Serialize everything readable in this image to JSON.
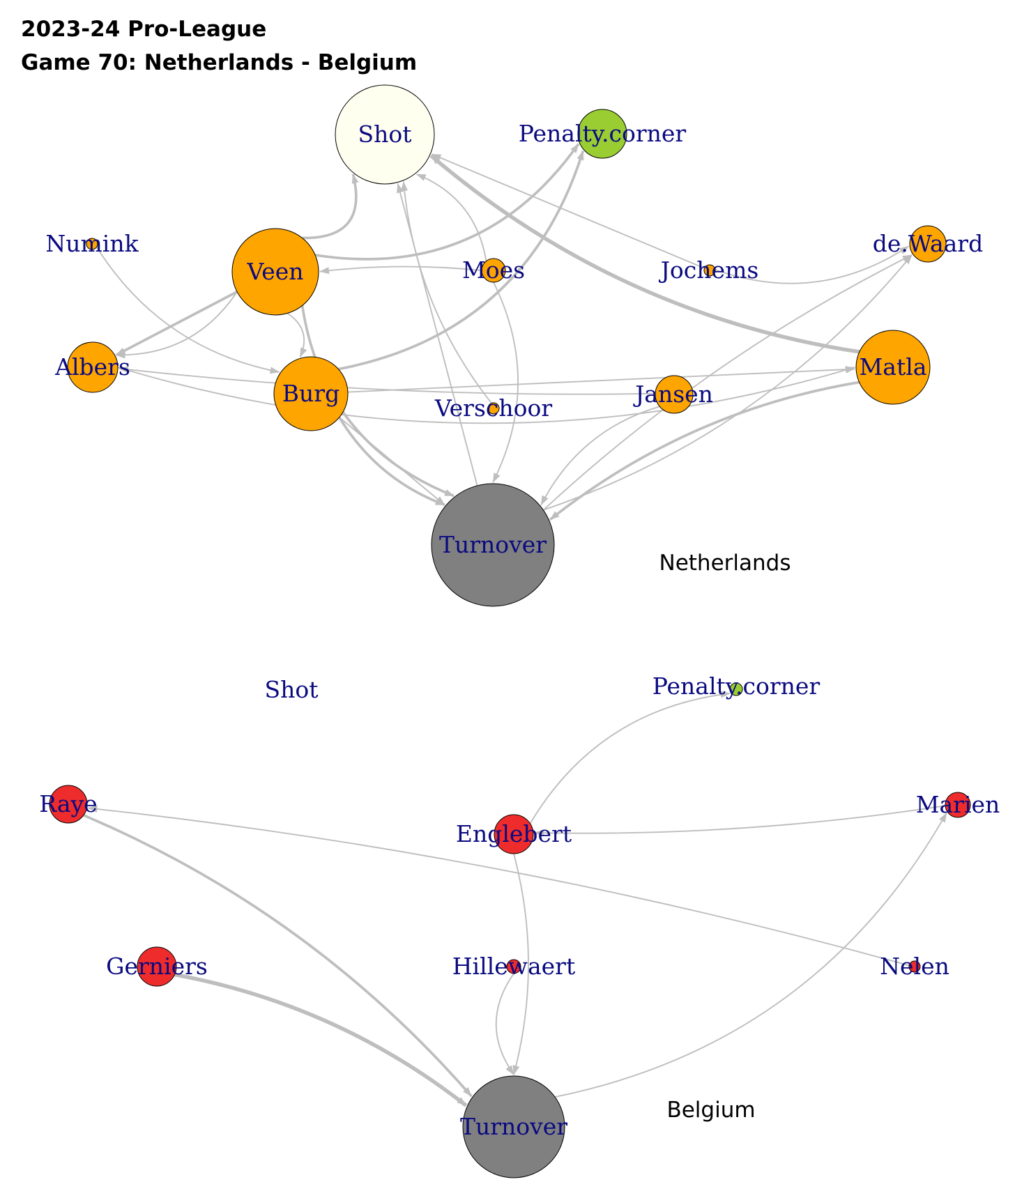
{
  "title": {
    "line1": "2023-24 Pro-League",
    "line2": "Game 70: Netherlands - Belgium"
  },
  "colors": {
    "netherlands_player": "#ffa500",
    "belgium_player": "#ee2c2c",
    "shot": "#fffff0",
    "penalty_corner": "#9acd32",
    "turnover": "#808080",
    "edge": "#bebebe",
    "label": "#0a0a80"
  },
  "networks": [
    {
      "team": "Netherlands",
      "nodes": [
        {
          "id": "Shot",
          "label": "Shot",
          "kind": "shot"
        },
        {
          "id": "Penalty.corner",
          "label": "Penalty.corner",
          "kind": "penalty"
        },
        {
          "id": "Numink",
          "label": "Numink",
          "kind": "player"
        },
        {
          "id": "Veen",
          "label": "Veen",
          "kind": "player"
        },
        {
          "id": "Moes",
          "label": "Moes",
          "kind": "player"
        },
        {
          "id": "Jochems",
          "label": "Jochems",
          "kind": "player"
        },
        {
          "id": "de.Waard",
          "label": "de.Waard",
          "kind": "player"
        },
        {
          "id": "Albers",
          "label": "Albers",
          "kind": "player"
        },
        {
          "id": "Burg",
          "label": "Burg",
          "kind": "player"
        },
        {
          "id": "Verschoor",
          "label": "Verschoor",
          "kind": "player"
        },
        {
          "id": "Jansen",
          "label": "Jansen",
          "kind": "player"
        },
        {
          "id": "Matla",
          "label": "Matla",
          "kind": "player"
        },
        {
          "id": "Turnover",
          "label": "Turnover",
          "kind": "turnover"
        }
      ],
      "edges": [
        {
          "from": "Veen",
          "to": "Shot",
          "weight": 3
        },
        {
          "from": "Veen",
          "to": "Penalty.corner",
          "weight": 3
        },
        {
          "from": "Burg",
          "to": "Penalty.corner",
          "weight": 3
        },
        {
          "from": "Matla",
          "to": "Shot",
          "weight": 5
        },
        {
          "from": "Jochems",
          "to": "Shot",
          "weight": 1
        },
        {
          "from": "Moes",
          "to": "Shot",
          "weight": 1
        },
        {
          "from": "Verschoor",
          "to": "Shot",
          "weight": 1
        },
        {
          "from": "Turnover",
          "to": "Shot",
          "weight": 1
        },
        {
          "from": "Moes",
          "to": "Veen",
          "weight": 1
        },
        {
          "from": "Jochems",
          "to": "de.Waard",
          "weight": 1
        },
        {
          "from": "Numink",
          "to": "Burg",
          "weight": 1
        },
        {
          "from": "Veen",
          "to": "Albers",
          "weight": 3
        },
        {
          "from": "Veen",
          "to": "Albers",
          "weight": 1
        },
        {
          "from": "Albers",
          "to": "Matla",
          "weight": 1
        },
        {
          "from": "Jansen",
          "to": "Albers",
          "weight": 1
        },
        {
          "from": "Veen",
          "to": "Burg",
          "weight": 1
        },
        {
          "from": "Burg",
          "to": "Matla",
          "weight": 1
        },
        {
          "from": "Veen",
          "to": "Turnover",
          "weight": 3
        },
        {
          "from": "Burg",
          "to": "Turnover",
          "weight": 3
        },
        {
          "from": "Burg",
          "to": "Turnover",
          "weight": 1
        },
        {
          "from": "Moes",
          "to": "Turnover",
          "weight": 1
        },
        {
          "from": "Jansen",
          "to": "Turnover",
          "weight": 1
        },
        {
          "from": "Turnover",
          "to": "de.Waard",
          "weight": 1
        },
        {
          "from": "Turnover",
          "to": "de.Waard",
          "weight": 1
        },
        {
          "from": "Matla",
          "to": "Turnover",
          "weight": 3
        }
      ]
    },
    {
      "team": "Belgium",
      "nodes": [
        {
          "id": "Shot",
          "label": "Shot",
          "kind": "label-only"
        },
        {
          "id": "Penalty.corner",
          "label": "Penalty.corner",
          "kind": "penalty"
        },
        {
          "id": "Raye",
          "label": "Raye",
          "kind": "player"
        },
        {
          "id": "Englebert",
          "label": "Englebert",
          "kind": "player"
        },
        {
          "id": "Marien",
          "label": "Marien",
          "kind": "player"
        },
        {
          "id": "Gerniers",
          "label": "Gerniers",
          "kind": "player"
        },
        {
          "id": "Hillewaert",
          "label": "Hillewaert",
          "kind": "player"
        },
        {
          "id": "Nelen",
          "label": "Nelen",
          "kind": "player"
        },
        {
          "id": "Turnover",
          "label": "Turnover",
          "kind": "turnover"
        }
      ],
      "edges": [
        {
          "from": "Englebert",
          "to": "Penalty.corner",
          "weight": 1
        },
        {
          "from": "Marien",
          "to": "Englebert",
          "weight": 1
        },
        {
          "from": "Nelen",
          "to": "Raye",
          "weight": 1
        },
        {
          "from": "Raye",
          "to": "Turnover",
          "weight": 3
        },
        {
          "from": "Gerniers",
          "to": "Turnover",
          "weight": 5
        },
        {
          "from": "Hillewaert",
          "to": "Turnover",
          "weight": 1
        },
        {
          "from": "Englebert",
          "to": "Turnover",
          "weight": 1
        },
        {
          "from": "Turnover",
          "to": "Marien",
          "weight": 1
        }
      ]
    }
  ]
}
